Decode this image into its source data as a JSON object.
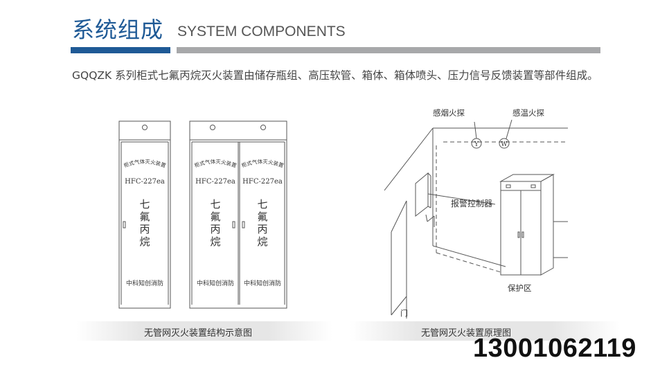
{
  "header": {
    "title_cn": "系统组成",
    "title_en": "SYSTEM COMPONENTS"
  },
  "intro_text": "GQQZK 系列柜式七氟丙烷灭火装置由储存瓶组、高压软管、箱体、箱体喷头、压力信号反馈装置等部件组成。",
  "cabinet_single": {
    "arc_label": "柜式气体灭火装置",
    "model": "HFC-227ea",
    "chars": [
      "七",
      "氟",
      "丙",
      "烷"
    ],
    "company": "中科知创消防"
  },
  "cabinet_double": {
    "left_door": {
      "arc_label": "柜式气体灭火装置",
      "model": "HFC-227ea",
      "chars": [
        "七",
        "氟",
        "丙",
        "烷"
      ],
      "company": "中科知创消防"
    },
    "right_door": {
      "arc_label": "柜式气体灭火装置",
      "model": "HFC-227ea",
      "chars": [
        "七",
        "氟",
        "丙",
        "烷"
      ],
      "company": "中科知创消防"
    }
  },
  "principle": {
    "smoke_detector": "感烟火探",
    "heat_detector": "感温火探",
    "controller": "报警控制器",
    "protected_zone": "保护区",
    "door": "门"
  },
  "captions": {
    "left": "无管网灭火装置结构示意图",
    "right": "无管网灭火装置原理图"
  },
  "phone": "13001062119",
  "colors": {
    "brand_blue": "#1f5a96",
    "bar_grey": "#a7a8aa",
    "line": "#555555"
  }
}
